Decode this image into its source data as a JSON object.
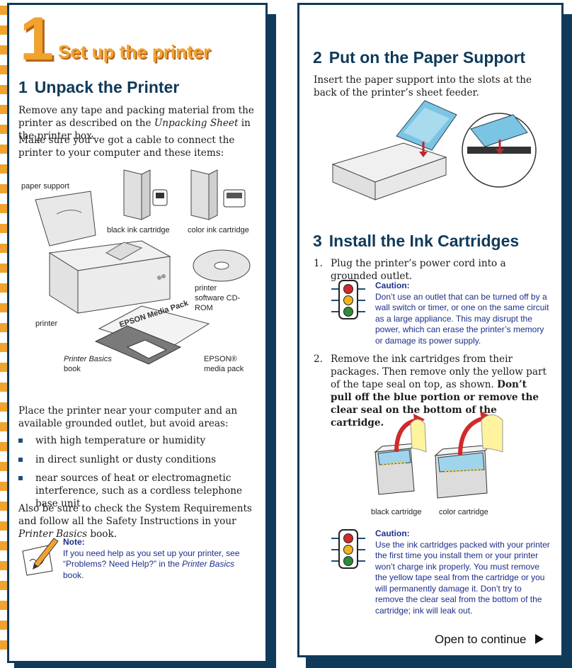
{
  "big_number": "1",
  "main_title": "Set up the printer",
  "left": {
    "section1": {
      "num": "1",
      "title": "Unpack the Printer"
    },
    "p1_a": "Remove any tape and packing material from the printer as described on the ",
    "p1_em": "Unpacking Sheet",
    "p1_b": " in the printer box.",
    "p2": "Make sure you’ve got a cable to connect the printer to your computer and these items:",
    "labels": {
      "paper_support": "paper support",
      "black_ink": "black ink cartridge",
      "color_ink": "color ink cartridge",
      "cdrom": "printer software CD-ROM",
      "printer": "printer",
      "printer_basics_em": "Printer Basics",
      "printer_basics_suffix": " book",
      "epson_media": "EPSON® media pack"
    },
    "media_pack_title": "EPSON Media Pack",
    "p3": "Place the printer near your computer and an available grounded outlet, but avoid areas:",
    "bullets": [
      "with high temperature or humidity",
      "in direct sunlight or dusty conditions",
      "near sources of heat or electromagnetic interference, such as a cordless telephone base unit"
    ],
    "p4_a": "Also be sure to check the System Requirements and follow all the Safety Instructions in your ",
    "p4_em": "Printer Basics",
    "p4_b": " book.",
    "note_title": "Note:",
    "note_a": "If you need help as you set up your printer, see “Problems? Need Help?” in the ",
    "note_em": "Printer Basics",
    "note_b": " book."
  },
  "right": {
    "section2": {
      "num": "2",
      "title": "Put on the Paper Support"
    },
    "s2_text": "Insert the paper support into the slots at the back of the printer’s sheet feeder.",
    "section3": {
      "num": "3",
      "title": "Install the Ink Cartridges"
    },
    "step1_num": "1.",
    "step1": "Plug the printer’s power cord into a grounded outlet.",
    "caution1_title": "Caution:",
    "caution1": "Don’t use an outlet that can be turned off by a wall switch or timer, or one on the same circuit as a large appliance. This may disrupt the power, which can erase the printer’s memory or damage its power supply.",
    "step2_num": "2.",
    "step2_a": "Remove the ink cartridges from their packages. Then remove only the yellow part of the tape seal on top, as shown. ",
    "step2_b": "Don’t pull off the blue portion or remove the clear seal on the bottom of the cartridge.",
    "cart_black": "black cartridge",
    "cart_color": "color cartridge",
    "caution2_title": "Caution:",
    "caution2": "Use the ink cartridges packed with your printer the first time you install them or your printer won’t charge ink properly. You must remove the yellow tape seal from the cartridge or you will permanently damage it. Don’t try to remove the clear seal from the bottom of the cartridge; ink will leak out.",
    "continue": "Open to continue"
  },
  "colors": {
    "navy": "#0f3a5a",
    "orange": "#f2a32e",
    "heading": "#0f3a5a",
    "caution": "#1c2e8a"
  }
}
